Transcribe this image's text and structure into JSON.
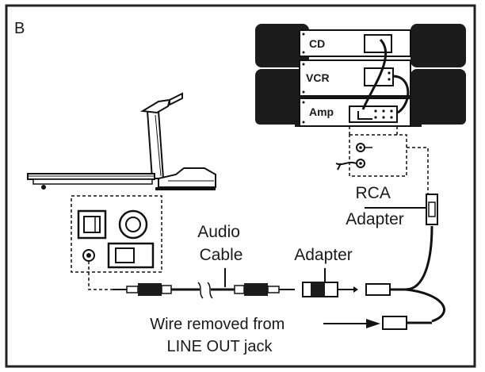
{
  "panel_label": "B",
  "stereo": {
    "units": [
      "CD",
      "VCR",
      "Amp"
    ]
  },
  "labels": {
    "rca_adapter": [
      "RCA",
      "Adapter"
    ],
    "audio_cable": [
      "Audio",
      "Cable"
    ],
    "adapter": "Adapter",
    "wire_removed": [
      "Wire removed from",
      "LINE OUT jack"
    ]
  }
}
